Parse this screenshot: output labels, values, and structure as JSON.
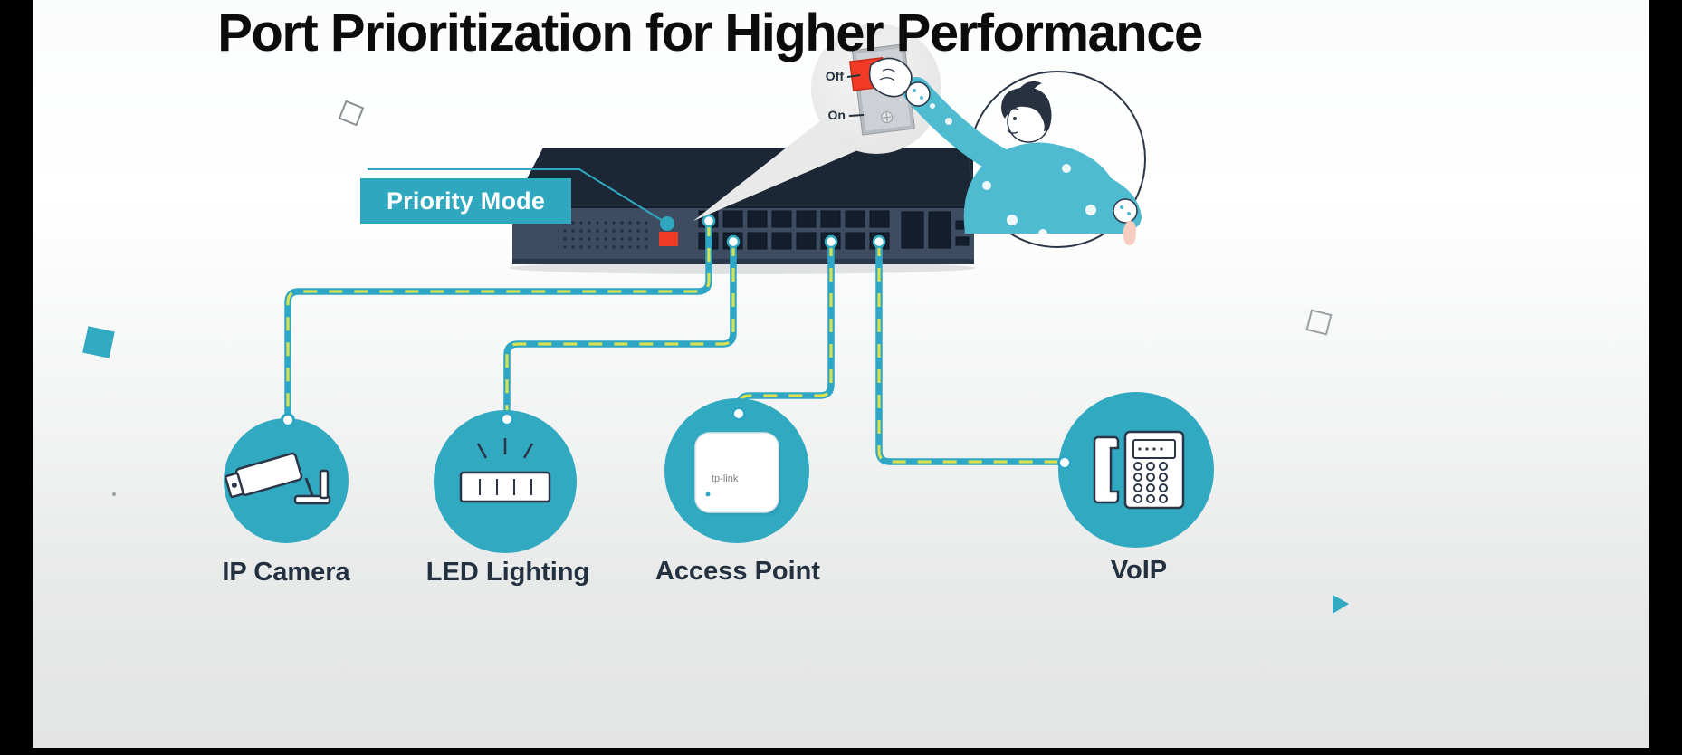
{
  "title": "Port Prioritization for Higher Performance",
  "switch": {
    "priority_mode_label": "Priority Mode",
    "callout": {
      "off_label": "Off",
      "on_label": "On"
    }
  },
  "devices": [
    {
      "label": "IP Camera",
      "icon": "ip-camera-icon"
    },
    {
      "label": "LED Lighting",
      "icon": "led-lighting-icon"
    },
    {
      "label": "Access Point",
      "icon": "access-point-icon",
      "logo": "tp-link"
    },
    {
      "label": "VoIP",
      "icon": "voip-phone-icon"
    }
  ],
  "colors": {
    "teal": "#31A9C1",
    "teal_light": "#4FBBD1",
    "navy": "#2A3647",
    "switch_front": "#3D4C61",
    "switch_top": "#1C2735",
    "cable_teal": "#2EA7C6",
    "cable_yellow": "#D9E14E",
    "button_red": "#EE3B25",
    "callout_gray": "#E9E9E9",
    "background_bottom": "#E4E5E5"
  }
}
